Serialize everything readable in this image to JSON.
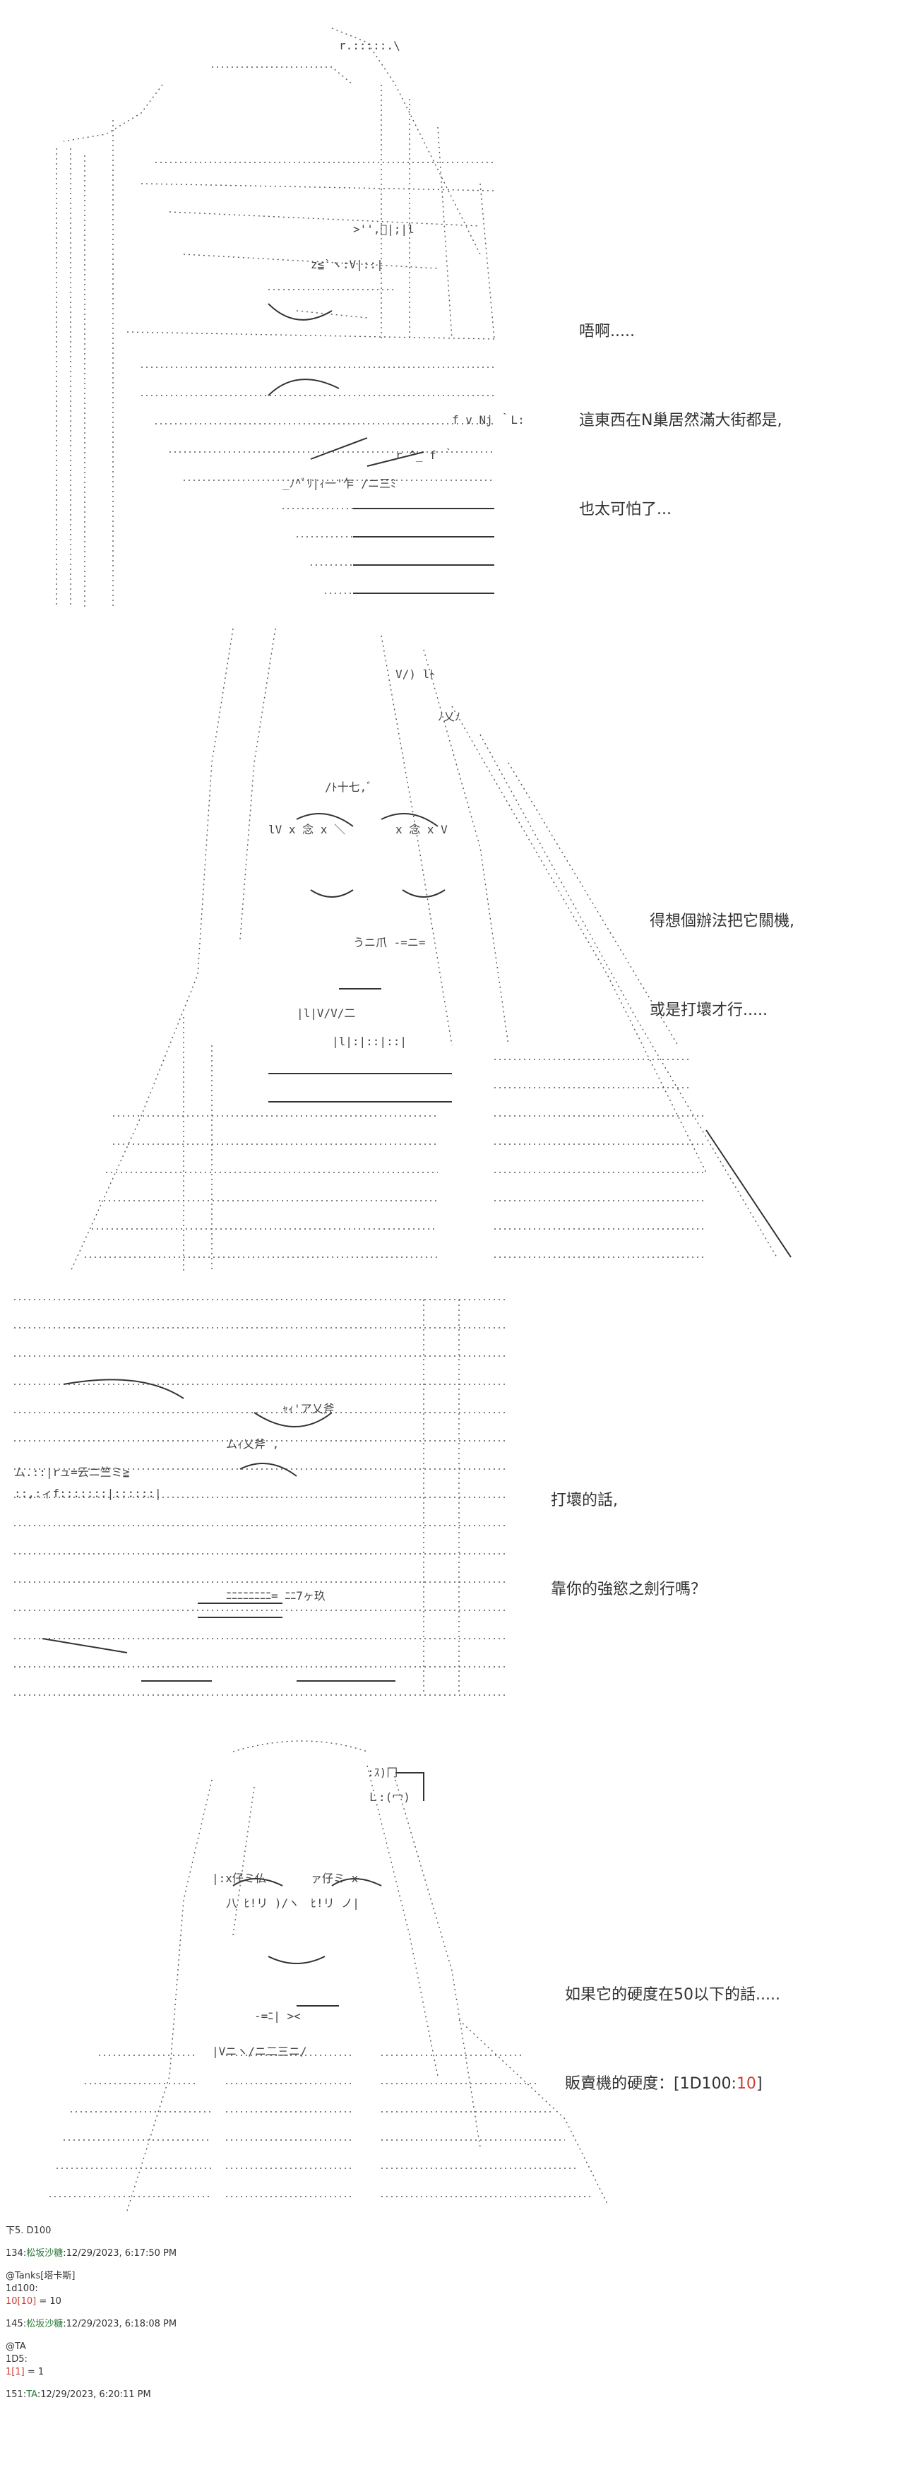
{
  "panels": [
    {
      "lines": [
        "唔啊.....",
        "這東西在N巢居然滿大街都是,",
        "也太可怕了..."
      ]
    },
    {
      "lines": [
        "得想個辦法把它關機,",
        "或是打壞才行....."
      ]
    },
    {
      "lines": [
        "打壞的話,",
        "靠你的強慾之劍行嗎？"
      ]
    },
    {
      "line1": "如果它的硬度在50以下的話.....",
      "line2_prefix": "販賣機的硬度：[1D100:",
      "line2_roll": "10",
      "line2_suffix": "]"
    }
  ],
  "log": {
    "header": "下5. D100",
    "posts": [
      {
        "num": "134:",
        "name": "松坂沙糖",
        "date": ":12/29/2023, 6:17:50 PM",
        "body": [
          "@Tanks[塔卡斯]",
          "1d100:"
        ],
        "roll_prefix": "10[10]",
        "roll_suffix": " = 10"
      },
      {
        "num": "145:",
        "name": "松坂沙糖",
        "date": ":12/29/2023, 6:18:08 PM",
        "body": [
          "@TA",
          "1D5:"
        ],
        "roll_prefix": "1[1]",
        "roll_suffix": " = 1"
      },
      {
        "num": "151:",
        "name": "TA",
        "date": ":12/29/2023, 6:20:11 PM"
      }
    ]
  }
}
